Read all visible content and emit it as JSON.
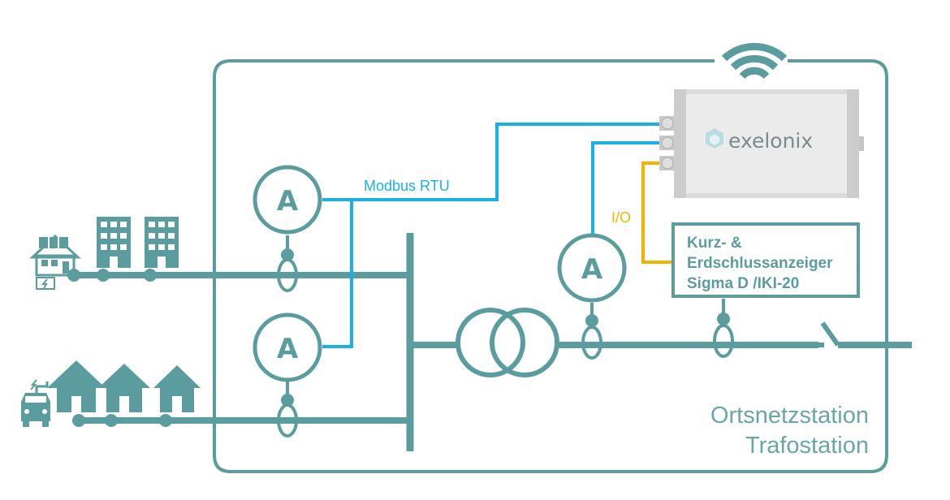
{
  "diagram": {
    "colors": {
      "teal": "#5b9c9e",
      "modbus_line": "#1ab0e6",
      "io_line": "#f2b400",
      "device_body": "#e6e6e6"
    },
    "device": {
      "brand": "exelonix",
      "icon": "exelonix-logo-icon",
      "wireless_icon": "wifi-icon"
    },
    "modbus_label": "Modbus RTU",
    "io_label": "I/O",
    "meter_symbol": "A",
    "indicator_box": {
      "line1": "Kurz- &",
      "line2": "Erdschlussanzeiger",
      "line3": "Sigma D /IKI-20"
    },
    "station": {
      "line1": "Ortsnetzstation",
      "line2": "Trafostation"
    },
    "consumers_top": [
      "house-solar-icon",
      "apartment-building-icon",
      "apartment-building-icon"
    ],
    "consumers_bottom": [
      "ev-car-icon",
      "house-icon",
      "house-icon",
      "house-icon"
    ]
  }
}
